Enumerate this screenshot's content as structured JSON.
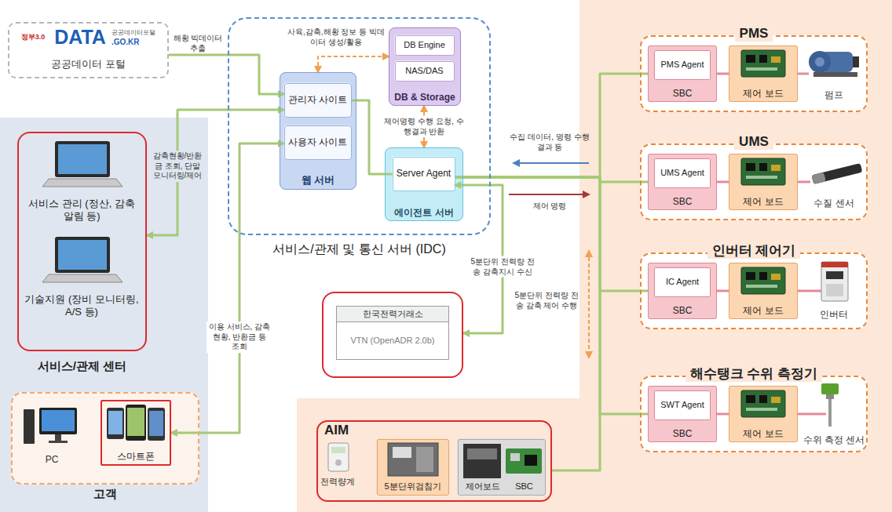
{
  "diagram": {
    "nodes": [
      {
        "text": [
          "정부3.0",
          "DATA",
          "공공데이터포털",
          ".GO.KR",
          "공공데이터 포털"
        ]
      },
      {
        "text": [
          "서비스/관제 및 통신 서버 (IDC)"
        ]
      },
      {
        "text": [
          "웹 서버"
        ],
        "in": 1
      },
      {
        "text": [
          "관리자 사이트"
        ],
        "in": 2
      },
      {
        "text": [
          "사용자 사이트"
        ],
        "in": 2
      },
      {
        "text": [
          "DB & Storage"
        ],
        "in": 1
      },
      {
        "text": [
          "DB Engine"
        ],
        "in": 5
      },
      {
        "text": [
          "NAS/DAS"
        ],
        "in": 5
      },
      {
        "text": [
          "에이전트 서버"
        ],
        "in": 1
      },
      {
        "text": [
          "Server Agent"
        ],
        "in": 8
      },
      {
        "text": [
          "서비스/관제 센터"
        ]
      },
      {
        "text": [
          "서비스 관리 (정산, 감축 알림 등)",
          "기술지원 (장비 모니터링, A/S 등)"
        ],
        "in": 10
      },
      {
        "text": [
          "고객"
        ],
        "in": 10
      },
      {
        "text": [
          "스마트폰"
        ],
        "in": 12
      },
      {
        "text": [
          "한국전력거래소",
          "VTN (OpenADR 2.0b)"
        ]
      },
      {
        "text": [
          "AIM"
        ]
      },
      {
        "text": [
          "5분단위검침기"
        ],
        "in": 15
      },
      {
        "text": [
          "제어보드",
          "SBC"
        ],
        "in": 15
      },
      {
        "text": [
          "PMS"
        ]
      },
      {
        "text": [
          "SBC"
        ],
        "in": 18
      },
      {
        "text": [
          "PMS Agent"
        ],
        "in": 19
      },
      {
        "text": [
          "제어 보드"
        ],
        "in": 18
      },
      {
        "text": [
          "UMS"
        ]
      },
      {
        "text": [
          "SBC"
        ],
        "in": 22
      },
      {
        "text": [
          "UMS Agent"
        ],
        "in": 23
      },
      {
        "text": [
          "제어 보드"
        ],
        "in": 22
      },
      {
        "text": [
          "인버터 제어기"
        ]
      },
      {
        "text": [
          "SBC"
        ],
        "in": 26
      },
      {
        "text": [
          "IC Agent"
        ],
        "in": 27
      },
      {
        "text": [
          "제어 보드"
        ],
        "in": 26
      },
      {
        "text": [
          "해수탱크 수위 측정기"
        ]
      },
      {
        "text": [
          "SBC"
        ],
        "in": 30
      },
      {
        "text": [
          "SWT Agent"
        ],
        "in": 31
      },
      {
        "text": [
          "제어 보드"
        ],
        "in": 30
      }
    ],
    "edges": [
      {
        "from": 0,
        "to": 3,
        "arrow": "to",
        "label": "해황 빅데이터 추출"
      },
      {
        "from": 2,
        "to": 5,
        "arrow": "both",
        "label": "사육,감축,해황 정보 등 빅데이터 생성/활용"
      },
      {
        "from": 5,
        "to": 8,
        "arrow": "both",
        "label": "제어명령 수행 요청, 수행결과 반환"
      },
      {
        "from": 3,
        "to": 9,
        "arrow": "none"
      },
      {
        "from": 11,
        "to": 3,
        "arrow": "both",
        "label": "감축현황/반환금 조회, 단말 모니터링/제어"
      },
      {
        "from": 13,
        "to": 4,
        "arrow": "both",
        "label": "이용 서비스, 감축현황, 반환금 등 조회"
      },
      {
        "from": 9,
        "to": 14,
        "arrow": "both",
        "label": "5분단위 전력량 전송 감축지시 수신"
      },
      {
        "from": 9,
        "to": 19,
        "arrow": "none"
      },
      {
        "from": 9,
        "to": 23,
        "arrow": "none"
      },
      {
        "from": 9,
        "to": 27,
        "arrow": "none"
      },
      {
        "from": 9,
        "to": 31,
        "arrow": "none"
      },
      {
        "from": 9,
        "to": 15,
        "arrow": "none"
      },
      {
        "from": 19,
        "to": 21,
        "arrow": "none"
      },
      {
        "from": 23,
        "to": 25,
        "arrow": "none"
      },
      {
        "from": 27,
        "to": 29,
        "arrow": "none"
      },
      {
        "from": 31,
        "to": 33,
        "arrow": "none"
      }
    ],
    "labels": [
      "PC",
      "전력량계",
      "펌프",
      "수질 센서",
      "인버터",
      "수위 측정 센서",
      "수집 데이터, 명령 수행 결과 등",
      "제어 명령",
      "5분단위 전력량 전송 감축 제어 수행"
    ]
  }
}
